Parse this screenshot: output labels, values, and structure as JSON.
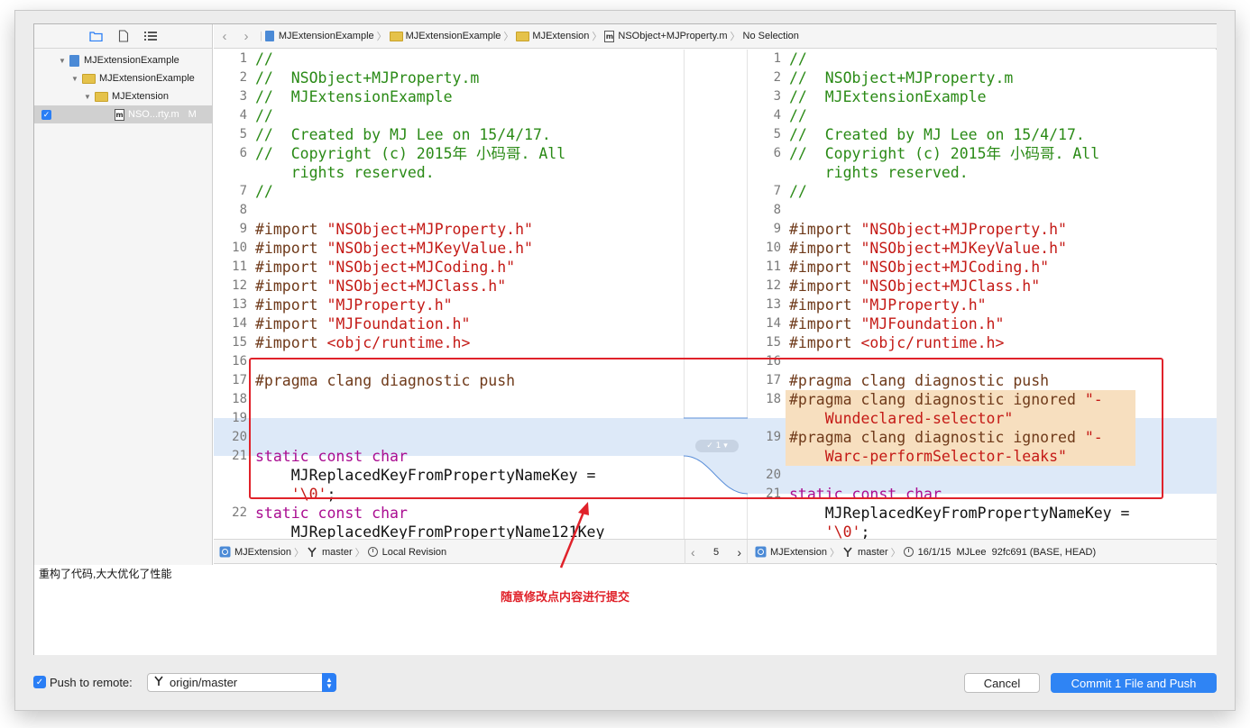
{
  "navigator": {
    "items": [
      {
        "label": "MJExtensionExample",
        "kind": "project",
        "icon": "xcode-project-icon"
      },
      {
        "label": "MJExtensionExample",
        "kind": "folder",
        "icon": "folder-icon"
      },
      {
        "label": "MJExtension",
        "kind": "folder",
        "icon": "folder-icon"
      },
      {
        "label": "NSO...rty.m",
        "status": "M",
        "kind": "file",
        "icon": "objc-m-file-icon",
        "checked": true
      }
    ]
  },
  "jumpbar": {
    "crumbs": [
      "MJExtensionExample",
      "MJExtensionExample",
      "MJExtension",
      "NSObject+MJProperty.m",
      "No Selection"
    ]
  },
  "code": {
    "left": [
      {
        "n": "1",
        "segs": [
          [
            "cm",
            "//"
          ]
        ]
      },
      {
        "n": "2",
        "segs": [
          [
            "cm",
            "//  NSObject+MJProperty.m"
          ]
        ]
      },
      {
        "n": "3",
        "segs": [
          [
            "cm",
            "//  MJExtensionExample"
          ]
        ]
      },
      {
        "n": "4",
        "segs": [
          [
            "cm",
            "//"
          ]
        ]
      },
      {
        "n": "5",
        "segs": [
          [
            "cm",
            "//  Created by MJ Lee on 15/4/17."
          ]
        ]
      },
      {
        "n": "6",
        "segs": [
          [
            "cm",
            "//  Copyright (c) 2015年 小码哥. All"
          ]
        ]
      },
      {
        "n": "",
        "segs": [
          [
            "cm",
            "    rights reserved."
          ]
        ]
      },
      {
        "n": "7",
        "segs": [
          [
            "cm",
            "//"
          ]
        ]
      },
      {
        "n": "8",
        "segs": []
      },
      {
        "n": "9",
        "segs": [
          [
            "pp",
            "#import "
          ],
          [
            "st",
            "\"NSObject+MJProperty.h\""
          ]
        ]
      },
      {
        "n": "10",
        "segs": [
          [
            "pp",
            "#import "
          ],
          [
            "st",
            "\"NSObject+MJKeyValue.h\""
          ]
        ]
      },
      {
        "n": "11",
        "segs": [
          [
            "pp",
            "#import "
          ],
          [
            "st",
            "\"NSObject+MJCoding.h\""
          ]
        ]
      },
      {
        "n": "12",
        "segs": [
          [
            "pp",
            "#import "
          ],
          [
            "st",
            "\"NSObject+MJClass.h\""
          ]
        ]
      },
      {
        "n": "13",
        "segs": [
          [
            "pp",
            "#import "
          ],
          [
            "st",
            "\"MJProperty.h\""
          ]
        ]
      },
      {
        "n": "14",
        "segs": [
          [
            "pp",
            "#import "
          ],
          [
            "st",
            "\"MJFoundation.h\""
          ]
        ]
      },
      {
        "n": "15",
        "segs": [
          [
            "pp",
            "#import "
          ],
          [
            "st",
            "<objc/runtime.h>"
          ]
        ]
      },
      {
        "n": "16",
        "segs": []
      },
      {
        "n": "17",
        "segs": [
          [
            "pp",
            "#pragma clang diagnostic push"
          ]
        ]
      },
      {
        "n": "18",
        "segs": []
      },
      {
        "n": "19",
        "segs": []
      },
      {
        "n": "20",
        "segs": []
      },
      {
        "n": "21",
        "segs": [
          [
            "kw",
            "static const char"
          ]
        ]
      },
      {
        "n": "",
        "segs": [
          [
            "pl",
            "    MJReplacedKeyFromPropertyNameKey ="
          ]
        ]
      },
      {
        "n": "",
        "segs": [
          [
            "st",
            "    '\\0'"
          ],
          [
            "pl",
            ";"
          ]
        ]
      },
      {
        "n": "22",
        "segs": [
          [
            "kw",
            "static const char"
          ]
        ]
      },
      {
        "n": "",
        "segs": [
          [
            "pl",
            "    MJReplacedKeyFromPropertyName121Key"
          ]
        ]
      }
    ],
    "right": [
      {
        "n": "1",
        "segs": [
          [
            "cm",
            "//"
          ]
        ]
      },
      {
        "n": "2",
        "segs": [
          [
            "cm",
            "//  NSObject+MJProperty.m"
          ]
        ]
      },
      {
        "n": "3",
        "segs": [
          [
            "cm",
            "//  MJExtensionExample"
          ]
        ]
      },
      {
        "n": "4",
        "segs": [
          [
            "cm",
            "//"
          ]
        ]
      },
      {
        "n": "5",
        "segs": [
          [
            "cm",
            "//  Created by MJ Lee on 15/4/17."
          ]
        ]
      },
      {
        "n": "6",
        "segs": [
          [
            "cm",
            "//  Copyright (c) 2015年 小码哥. All"
          ]
        ]
      },
      {
        "n": "",
        "segs": [
          [
            "cm",
            "    rights reserved."
          ]
        ]
      },
      {
        "n": "7",
        "segs": [
          [
            "cm",
            "//"
          ]
        ]
      },
      {
        "n": "8",
        "segs": []
      },
      {
        "n": "9",
        "segs": [
          [
            "pp",
            "#import "
          ],
          [
            "st",
            "\"NSObject+MJProperty.h\""
          ]
        ]
      },
      {
        "n": "10",
        "segs": [
          [
            "pp",
            "#import "
          ],
          [
            "st",
            "\"NSObject+MJKeyValue.h\""
          ]
        ]
      },
      {
        "n": "11",
        "segs": [
          [
            "pp",
            "#import "
          ],
          [
            "st",
            "\"NSObject+MJCoding.h\""
          ]
        ]
      },
      {
        "n": "12",
        "segs": [
          [
            "pp",
            "#import "
          ],
          [
            "st",
            "\"NSObject+MJClass.h\""
          ]
        ]
      },
      {
        "n": "13",
        "segs": [
          [
            "pp",
            "#import "
          ],
          [
            "st",
            "\"MJProperty.h\""
          ]
        ]
      },
      {
        "n": "14",
        "segs": [
          [
            "pp",
            "#import "
          ],
          [
            "st",
            "\"MJFoundation.h\""
          ]
        ]
      },
      {
        "n": "15",
        "segs": [
          [
            "pp",
            "#import "
          ],
          [
            "st",
            "<objc/runtime.h>"
          ]
        ]
      },
      {
        "n": "16",
        "segs": []
      },
      {
        "n": "17",
        "segs": [
          [
            "pp",
            "#pragma clang diagnostic push"
          ]
        ]
      },
      {
        "n": "18",
        "segs": [
          [
            "pp",
            "#pragma clang diagnostic ignored "
          ],
          [
            "st",
            "\"-"
          ]
        ],
        "changed": true
      },
      {
        "n": "",
        "segs": [
          [
            "st",
            "    Wundeclared-selector\""
          ]
        ],
        "changed": true
      },
      {
        "n": "19",
        "segs": [
          [
            "pp",
            "#pragma clang diagnostic ignored "
          ],
          [
            "st",
            "\"-"
          ]
        ],
        "changed": true
      },
      {
        "n": "",
        "segs": [
          [
            "st",
            "    Warc-performSelector-leaks\""
          ]
        ],
        "changed": true
      },
      {
        "n": "20",
        "segs": []
      },
      {
        "n": "21",
        "segs": [
          [
            "kw",
            "static const char"
          ]
        ]
      },
      {
        "n": "",
        "segs": [
          [
            "pl",
            "    MJReplacedKeyFromPropertyNameKey ="
          ]
        ]
      },
      {
        "n": "",
        "segs": [
          [
            "st",
            "    '\\0'"
          ],
          [
            "pl",
            ";"
          ]
        ]
      }
    ]
  },
  "conflict_badge": "1",
  "statusbar": {
    "left": {
      "group": "MJExtension",
      "branch": "master",
      "revision": "Local Revision"
    },
    "counter": "5",
    "right": {
      "group": "MJExtension",
      "branch": "master",
      "date": "16/1/15",
      "author": "MJLee",
      "commit": "92fc691 (BASE, HEAD)"
    }
  },
  "commit_message": "重构了代码,大大优化了性能",
  "annotation": "随意修改点内容进行提交",
  "bottom": {
    "push_checked": true,
    "push_label": "Push to remote:",
    "remote_branch": "origin/master",
    "cancel_label": "Cancel",
    "commit_label": "Commit 1 File and Push"
  },
  "colors": {
    "accent": "#2f84f4",
    "annotation": "#e0222a",
    "comment": "#2a8a16",
    "string": "#c41a16",
    "keyword": "#aa0d91",
    "diff_block": "#dde9f8",
    "changed_line": "#f7dfbf"
  }
}
